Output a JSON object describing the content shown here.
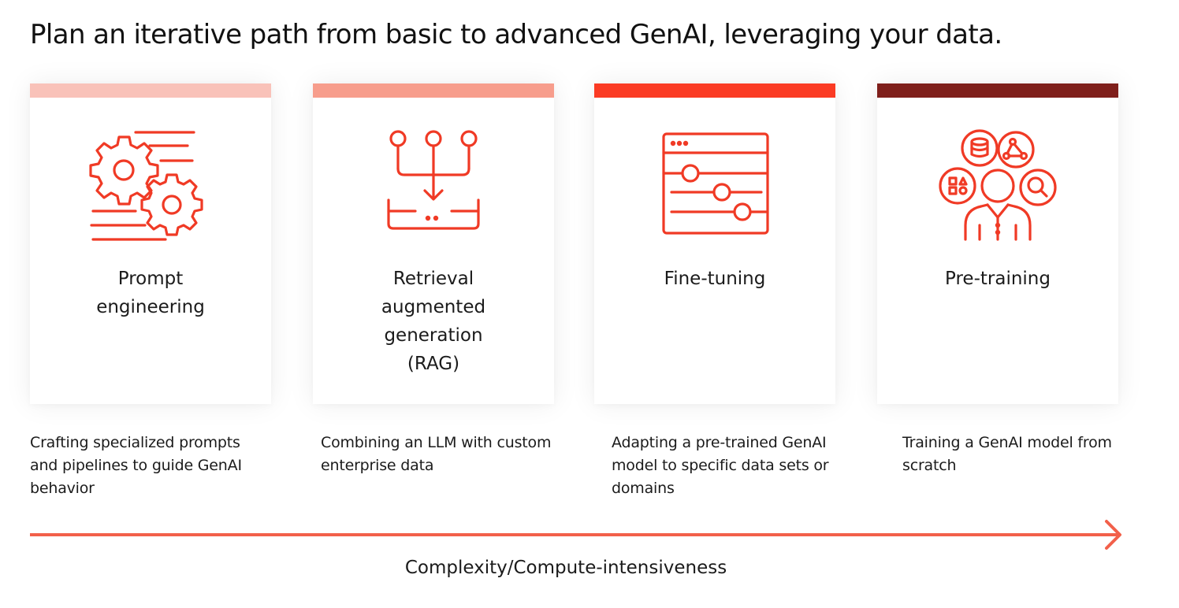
{
  "subtitle": "Plan an iterative path from basic to advanced GenAI, leveraging your data.",
  "stages": [
    {
      "title": "Prompt\nengineering",
      "description": "Crafting specialized prompts and pipelines to guide GenAI behavior",
      "bar_color": "#f9c2b9",
      "icon": "gears-icon"
    },
    {
      "title": "Retrieval\naugmented\ngeneration\n(RAG)",
      "description": "Combining an LLM with custom enterprise data",
      "bar_color": "#f79d8c",
      "icon": "retrieval-merge-icon"
    },
    {
      "title": "Fine-tuning",
      "description": "Adapting a pre-trained GenAI model to specific data sets or domains",
      "bar_color": "#fb3b24",
      "icon": "sliders-window-icon"
    },
    {
      "title": "Pre-training",
      "description": "Training a GenAI model from scratch",
      "bar_color": "#7f1f1b",
      "icon": "person-data-icon"
    }
  ],
  "axis_label": "Complexity/Compute-intensiveness",
  "colors": {
    "icon_stroke": "#f03a25",
    "arrow": "#f2604a"
  }
}
